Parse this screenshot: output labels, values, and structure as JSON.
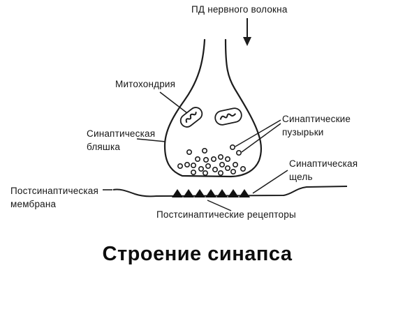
{
  "title": "Строение синапса",
  "labels": {
    "action_potential": "ПД нервного волокна",
    "mitochondrion": "Митохондрия",
    "synaptic_plaque": {
      "line1": "Синаптическая",
      "line2": "бляшка"
    },
    "synaptic_vesicles": {
      "line1": "Синаптические",
      "line2": "пузырьки"
    },
    "synaptic_cleft": {
      "line1": "Синаптическая",
      "line2": "щель"
    },
    "postsynaptic_membrane": {
      "line1": "Постсинаптическая",
      "line2": "мембрана"
    },
    "postsynaptic_receptors": "Постсинаптические рецепторы"
  },
  "figure": {
    "mitochondria_count": 2,
    "vesicle_count": 23,
    "receptor_count": 7
  },
  "colors": {
    "ink": "#1c1c1c",
    "background": "#ffffff"
  }
}
